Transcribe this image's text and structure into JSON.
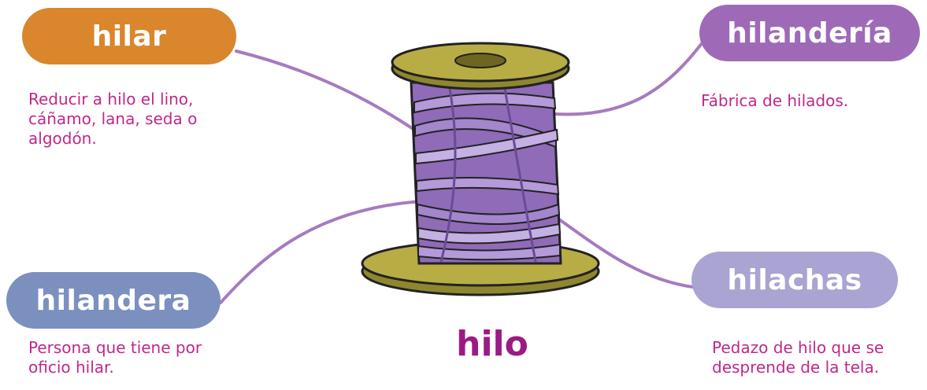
{
  "center": {
    "word": "hilo",
    "color": "#9c1a84",
    "image": "spool-of-thread"
  },
  "branches": [
    {
      "term": "hilar",
      "color": "#d9862c",
      "definition": "Reducir a hilo el lino, cáñamo, lana, seda o algodón."
    },
    {
      "term": "hilandería",
      "color": "#9e6ab8",
      "definition": "Fábrica de hilados."
    },
    {
      "term": "hilandera",
      "color": "#7c90c0",
      "definition": "Persona que tiene por oficio hilar."
    },
    {
      "term": "hilachas",
      "color": "#a9a4d2",
      "definition": "Pedazo de hilo que se desprende de la tela."
    }
  ],
  "colors": {
    "definition_text": "#c0288a",
    "connector": "#a57bbf",
    "spool_wood": "#b8ad45",
    "thread": "#8f6bb8"
  }
}
